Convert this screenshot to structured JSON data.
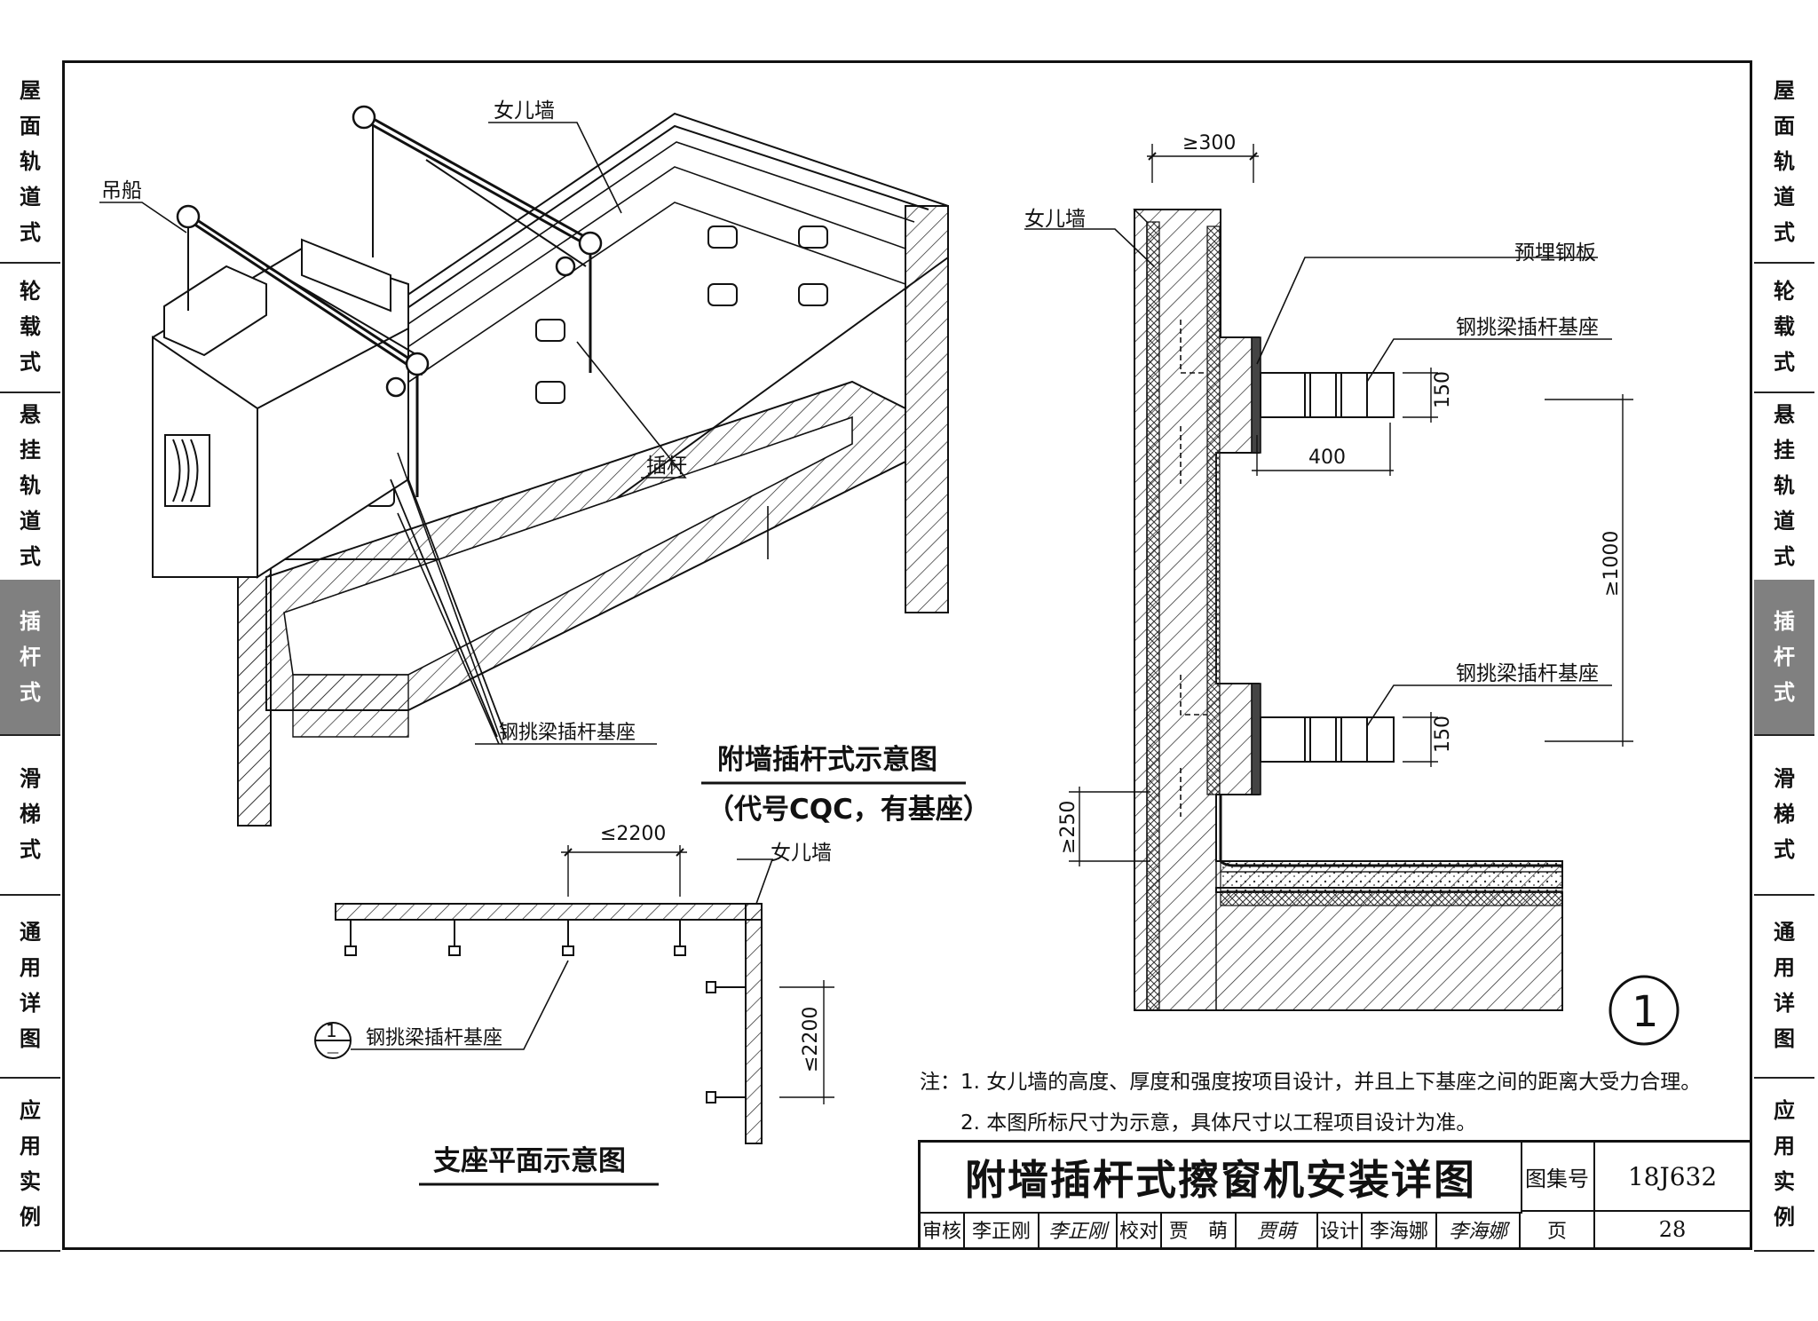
{
  "side_tabs": [
    {
      "label": "屋面轨道式",
      "chars": [
        "屋",
        "面",
        "轨",
        "道",
        "式"
      ],
      "active": false
    },
    {
      "label": "轮载式",
      "chars": [
        "轮",
        "载",
        "式"
      ],
      "active": false
    },
    {
      "label": "悬挂轨道式",
      "chars": [
        "悬",
        "挂",
        "轨",
        "道",
        "式"
      ],
      "active": false
    },
    {
      "label": "插杆式",
      "chars": [
        "插",
        "杆",
        "式"
      ],
      "active": true
    },
    {
      "label": "滑梯式",
      "chars": [
        "滑",
        "梯",
        "式"
      ],
      "active": false
    },
    {
      "label": "通用详图",
      "chars": [
        "通",
        "用",
        "详",
        "图"
      ],
      "active": false
    },
    {
      "label": "应用实例",
      "chars": [
        "应",
        "用",
        "实",
        "例"
      ],
      "active": false
    }
  ],
  "isometric": {
    "labels": {
      "parapet": "女儿墙",
      "gondola": "吊船",
      "insert_rod": "插杆",
      "base": "钢挑梁插杆基座"
    },
    "title": "附墙插杆式示意图",
    "subtitle": "（代号CQC，有基座）"
  },
  "plan": {
    "parapet": "女儿墙",
    "dim_top": "≤2200",
    "dim_side": "≤2200",
    "callout_number": "1",
    "callout_ref": "—",
    "base_label": "钢挑梁插杆基座",
    "title": "支座平面示意图"
  },
  "section": {
    "parapet": "女儿墙",
    "dim_top": "≥300",
    "embedded_plate": "预埋钢板",
    "base_upper": "钢挑梁插杆基座",
    "base_lower": "钢挑梁插杆基座",
    "dim_150_a": "150",
    "dim_150_b": "150",
    "dim_400": "400",
    "dim_1000": "≥1000",
    "dim_250": "≥250",
    "detail_number": "1"
  },
  "notes": {
    "prefix": "注：",
    "items": [
      "1. 女儿墙的高度、厚度和强度按项目设计，并且上下基座之间的距离大受力合理。",
      "2. 本图所标尺寸为示意，具体尺寸以工程项目设计为准。"
    ]
  },
  "title_block": {
    "title": "附墙插杆式擦窗机安装详图",
    "atlas_label": "图集号",
    "atlas_no": "18J632",
    "page_label": "页",
    "page_no": "28",
    "review_label": "审核",
    "review_name": "李正刚",
    "review_sig": "李正刚",
    "check_label": "校对",
    "check_name": "贾　萌",
    "check_sig": "贾萌",
    "design_label": "设计",
    "design_name": "李海娜",
    "design_sig": "李海娜"
  }
}
